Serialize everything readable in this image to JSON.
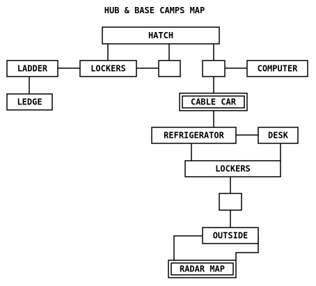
{
  "title": "HUB & BASE CAMPS MAP",
  "colors": {
    "line": "#000000",
    "background": "#ffffff"
  },
  "nodes": {
    "hatch": {
      "label": "HATCH",
      "style": "single"
    },
    "ladder": {
      "label": "LADDER",
      "style": "single"
    },
    "lockers_top": {
      "label": "LOCKERS",
      "style": "single"
    },
    "blank_a": {
      "label": "",
      "style": "single"
    },
    "blank_b": {
      "label": "",
      "style": "single"
    },
    "computer": {
      "label": "COMPUTER",
      "style": "single"
    },
    "ledge": {
      "label": "LEDGE",
      "style": "single"
    },
    "cable_car": {
      "label": "CABLE CAR",
      "style": "double"
    },
    "refrigerator": {
      "label": "REFRIGERATOR",
      "style": "single"
    },
    "desk": {
      "label": "DESK",
      "style": "single"
    },
    "lockers_bottom": {
      "label": "LOCKERS",
      "style": "single"
    },
    "blank_c": {
      "label": "",
      "style": "single"
    },
    "outside": {
      "label": "OUTSIDE",
      "style": "single"
    },
    "radar_map": {
      "label": "RADAR MAP",
      "style": "double"
    }
  },
  "edges": [
    [
      "hatch",
      "lockers_top"
    ],
    [
      "hatch",
      "blank_a"
    ],
    [
      "hatch",
      "blank_b"
    ],
    [
      "ladder",
      "lockers_top"
    ],
    [
      "ladder",
      "ledge"
    ],
    [
      "lockers_top",
      "blank_a"
    ],
    [
      "blank_b",
      "computer"
    ],
    [
      "blank_b",
      "cable_car"
    ],
    [
      "cable_car",
      "refrigerator"
    ],
    [
      "refrigerator",
      "desk"
    ],
    [
      "refrigerator",
      "lockers_bottom"
    ],
    [
      "desk",
      "lockers_bottom"
    ],
    [
      "lockers_bottom",
      "blank_c"
    ],
    [
      "blank_c",
      "outside"
    ],
    [
      "outside",
      "radar_map"
    ],
    [
      "outside",
      "radar_map"
    ]
  ]
}
